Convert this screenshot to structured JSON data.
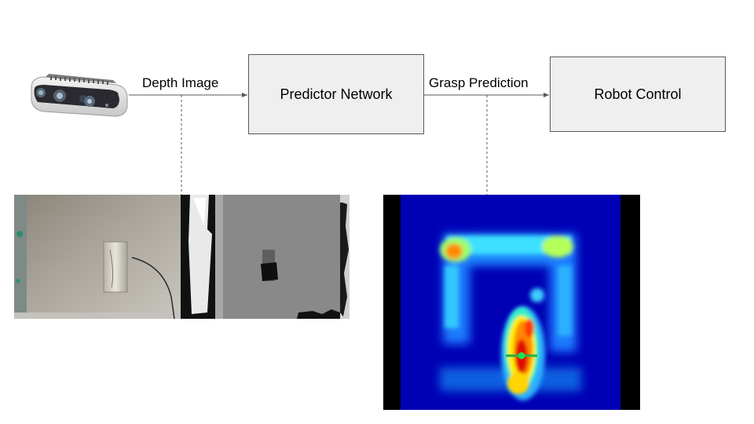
{
  "diagram": {
    "edges": {
      "depth_label": "Depth Image",
      "grasp_label": "Grasp Prediction"
    },
    "nodes": {
      "predictor": "Predictor Network",
      "robot": "Robot Control"
    },
    "images": {
      "camera": "depth-camera-icon",
      "rgb_depth": "rgb-and-depth-image-pair",
      "heatmap": "grasp-quality-heatmap"
    },
    "colors": {
      "box_fill": "#efefef",
      "box_border": "#595959",
      "arrow": "#595959",
      "heatmap_background": "#0000b4",
      "grasp_line": "#22b14c"
    }
  }
}
